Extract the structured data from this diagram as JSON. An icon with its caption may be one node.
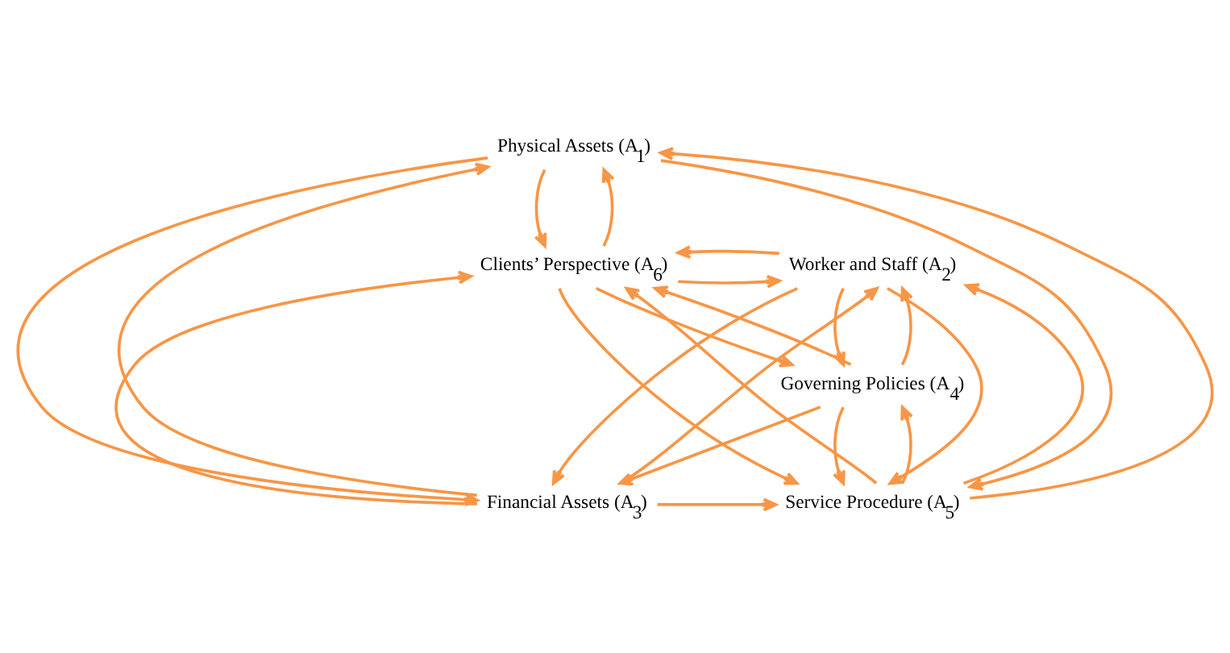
{
  "diagram": {
    "nodes": [
      {
        "text": [
          "Physical Assets (A$_{1}$)"
        ]
      },
      {
        "text": [
          "Clients’ Perspective (A$_{6}$)"
        ]
      },
      {
        "text": [
          "Worker and Staff (A$_{2}$)"
        ]
      },
      {
        "text": [
          "Service Procedure (A$_{5}$)"
        ]
      },
      {
        "text": [
          "Financial Assets (A$_{3}$)"
        ]
      },
      {
        "text": [
          "Governing Policies (A$_{4}$)"
        ]
      }
    ],
    "edges": [
      {
        "from": 0,
        "to": 1,
        "arrow": "to"
      },
      {
        "from": 1,
        "to": 0,
        "arrow": "to"
      },
      {
        "from": 3,
        "to": 0,
        "arrow": "to"
      },
      {
        "from": 0,
        "to": 3,
        "arrow": "to"
      },
      {
        "from": 4,
        "to": 0,
        "arrow": "to"
      },
      {
        "from": 0,
        "to": 4,
        "arrow": "to"
      },
      {
        "from": 1,
        "to": 2,
        "arrow": "to"
      },
      {
        "from": 2,
        "to": 1,
        "arrow": "to"
      },
      {
        "from": 1,
        "to": 3,
        "arrow": "to"
      },
      {
        "from": 3,
        "to": 1,
        "arrow": "to"
      },
      {
        "from": 1,
        "to": 5,
        "arrow": "to"
      },
      {
        "from": 5,
        "to": 1,
        "arrow": "to"
      },
      {
        "from": 4,
        "to": 1,
        "arrow": "to"
      },
      {
        "from": 3,
        "to": 2,
        "arrow": "to"
      },
      {
        "from": 2,
        "to": 3,
        "arrow": "to"
      },
      {
        "from": 4,
        "to": 3,
        "arrow": "to"
      },
      {
        "from": 2,
        "to": 4,
        "arrow": "to"
      },
      {
        "from": 4,
        "to": 2,
        "arrow": "to"
      },
      {
        "from": 5,
        "to": 2,
        "arrow": "to"
      },
      {
        "from": 2,
        "to": 5,
        "arrow": "to"
      },
      {
        "from": 5,
        "to": 4,
        "arrow": "to"
      },
      {
        "from": 3,
        "to": 5,
        "arrow": "to"
      },
      {
        "from": 5,
        "to": 3,
        "arrow": "to"
      }
    ]
  }
}
